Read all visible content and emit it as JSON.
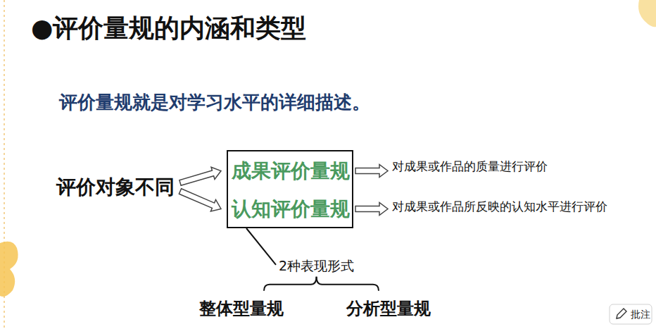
{
  "diagram": {
    "title": "●评价量规的内涵和类型",
    "nodes": [
      {
        "text": [
          "评价对象不同"
        ]
      },
      {
        "text": []
      },
      {
        "text": [
          "成果评价量规"
        ],
        "in": 1
      },
      {
        "text": [
          "认知评价量规"
        ],
        "in": 1
      },
      {
        "text": [
          "对成果或作品的质量进行评价"
        ]
      },
      {
        "text": [
          "对成果或作品所反映的认知水平进行评价"
        ]
      },
      {
        "text": [
          "2种表现形式"
        ]
      },
      {
        "text": [
          "整体型量规"
        ]
      },
      {
        "text": [
          "分析型量规"
        ]
      }
    ],
    "edges": [
      {
        "from": 0,
        "to": 2,
        "arrow": "to"
      },
      {
        "from": 0,
        "to": 3,
        "arrow": "to"
      },
      {
        "from": 2,
        "to": 4,
        "arrow": "to"
      },
      {
        "from": 3,
        "to": 5,
        "arrow": "to"
      },
      {
        "from": 1,
        "to": 6,
        "arrow": "none"
      },
      {
        "from": 6,
        "to": 7,
        "arrow": "none"
      },
      {
        "from": 6,
        "to": 8,
        "arrow": "none"
      }
    ],
    "labels": [
      "评价量规就是对学习水平的详细描述。",
      "批注"
    ]
  }
}
